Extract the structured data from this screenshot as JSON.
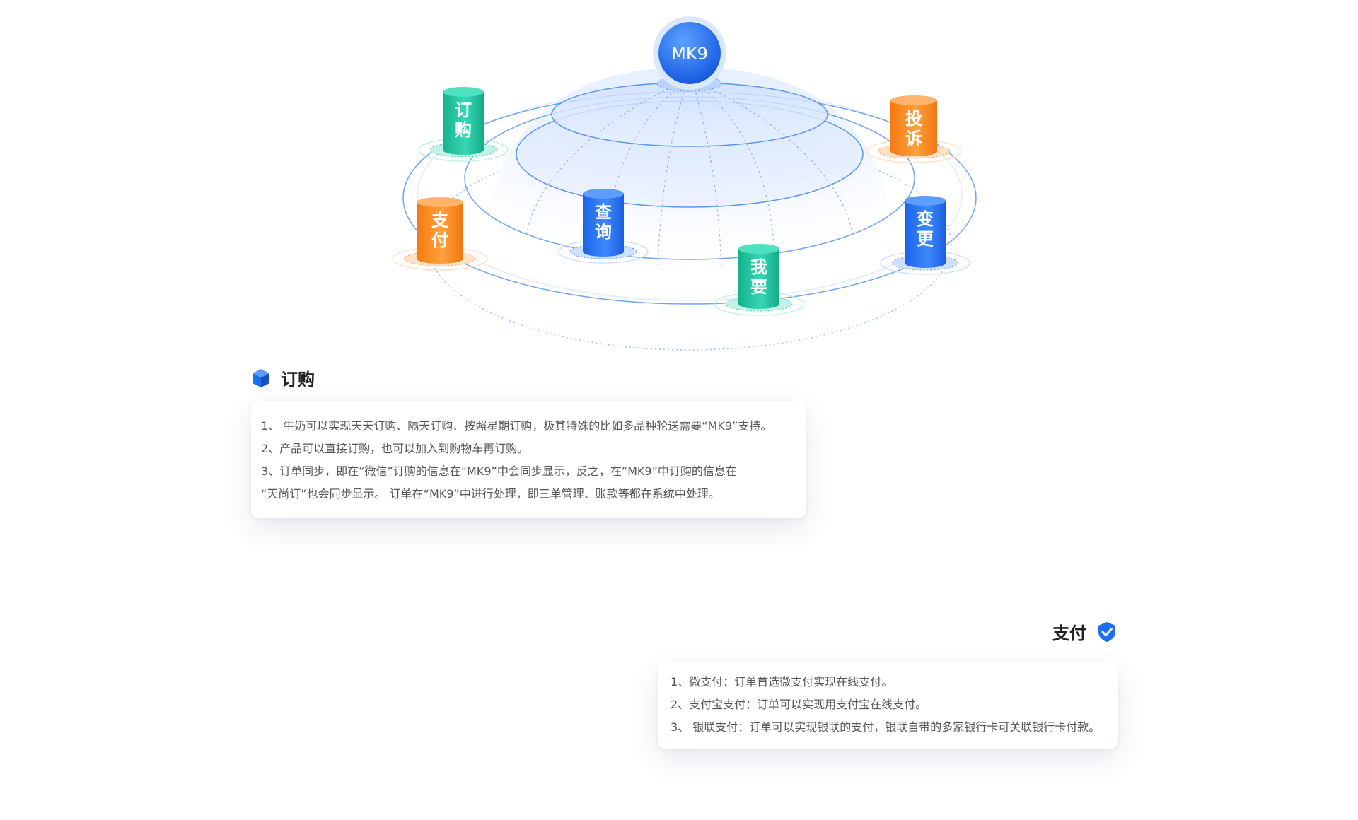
{
  "hub": {
    "label": "MK9"
  },
  "nodes": [
    {
      "id": "order",
      "label": [
        "订",
        "购"
      ],
      "color": "teal"
    },
    {
      "id": "complaint",
      "label": [
        "投",
        "诉"
      ],
      "color": "orange"
    },
    {
      "id": "pay",
      "label": [
        "支",
        "付"
      ],
      "color": "orange"
    },
    {
      "id": "query",
      "label": [
        "查",
        "询"
      ],
      "color": "blue"
    },
    {
      "id": "change",
      "label": [
        "变",
        "更"
      ],
      "color": "blue"
    },
    {
      "id": "want",
      "label": [
        "我",
        "要"
      ],
      "color": "teal"
    }
  ],
  "colors": {
    "blue": "#1e6ff0",
    "teal": "#1bc6a0",
    "orange": "#ff8a1f",
    "title": "#222222",
    "text": "#555555"
  },
  "sections": {
    "order": {
      "title": "订购",
      "icon": "cube-icon",
      "lines": [
        "1、 牛奶可以实现天天订购、隔天订购、按照星期订购，极其特殊的比如多品种轮送需要“MK9”支持。",
        "2、产品可以直接订购，也可以加入到购物车再订购。",
        "3、订单同步，即在“微信”订购的信息在“MK9”中会同步显示，反之，在“MK9”中订购的信息在",
        "“天尚订”也会同步显示。 订单在“MK9”中进行处理，即三单管理、账款等都在系统中处理。"
      ]
    },
    "pay": {
      "title": "支付",
      "icon": "shield-check-icon",
      "lines": [
        "1、微支付：订单首选微支付实现在线支付。",
        "2、支付宝支付：订单可以实现用支付宝在线支付。",
        "3、 银联支付：订单可以实现银联的支付，银联自带的多家银行卡可关联银行卡付款。"
      ]
    }
  }
}
